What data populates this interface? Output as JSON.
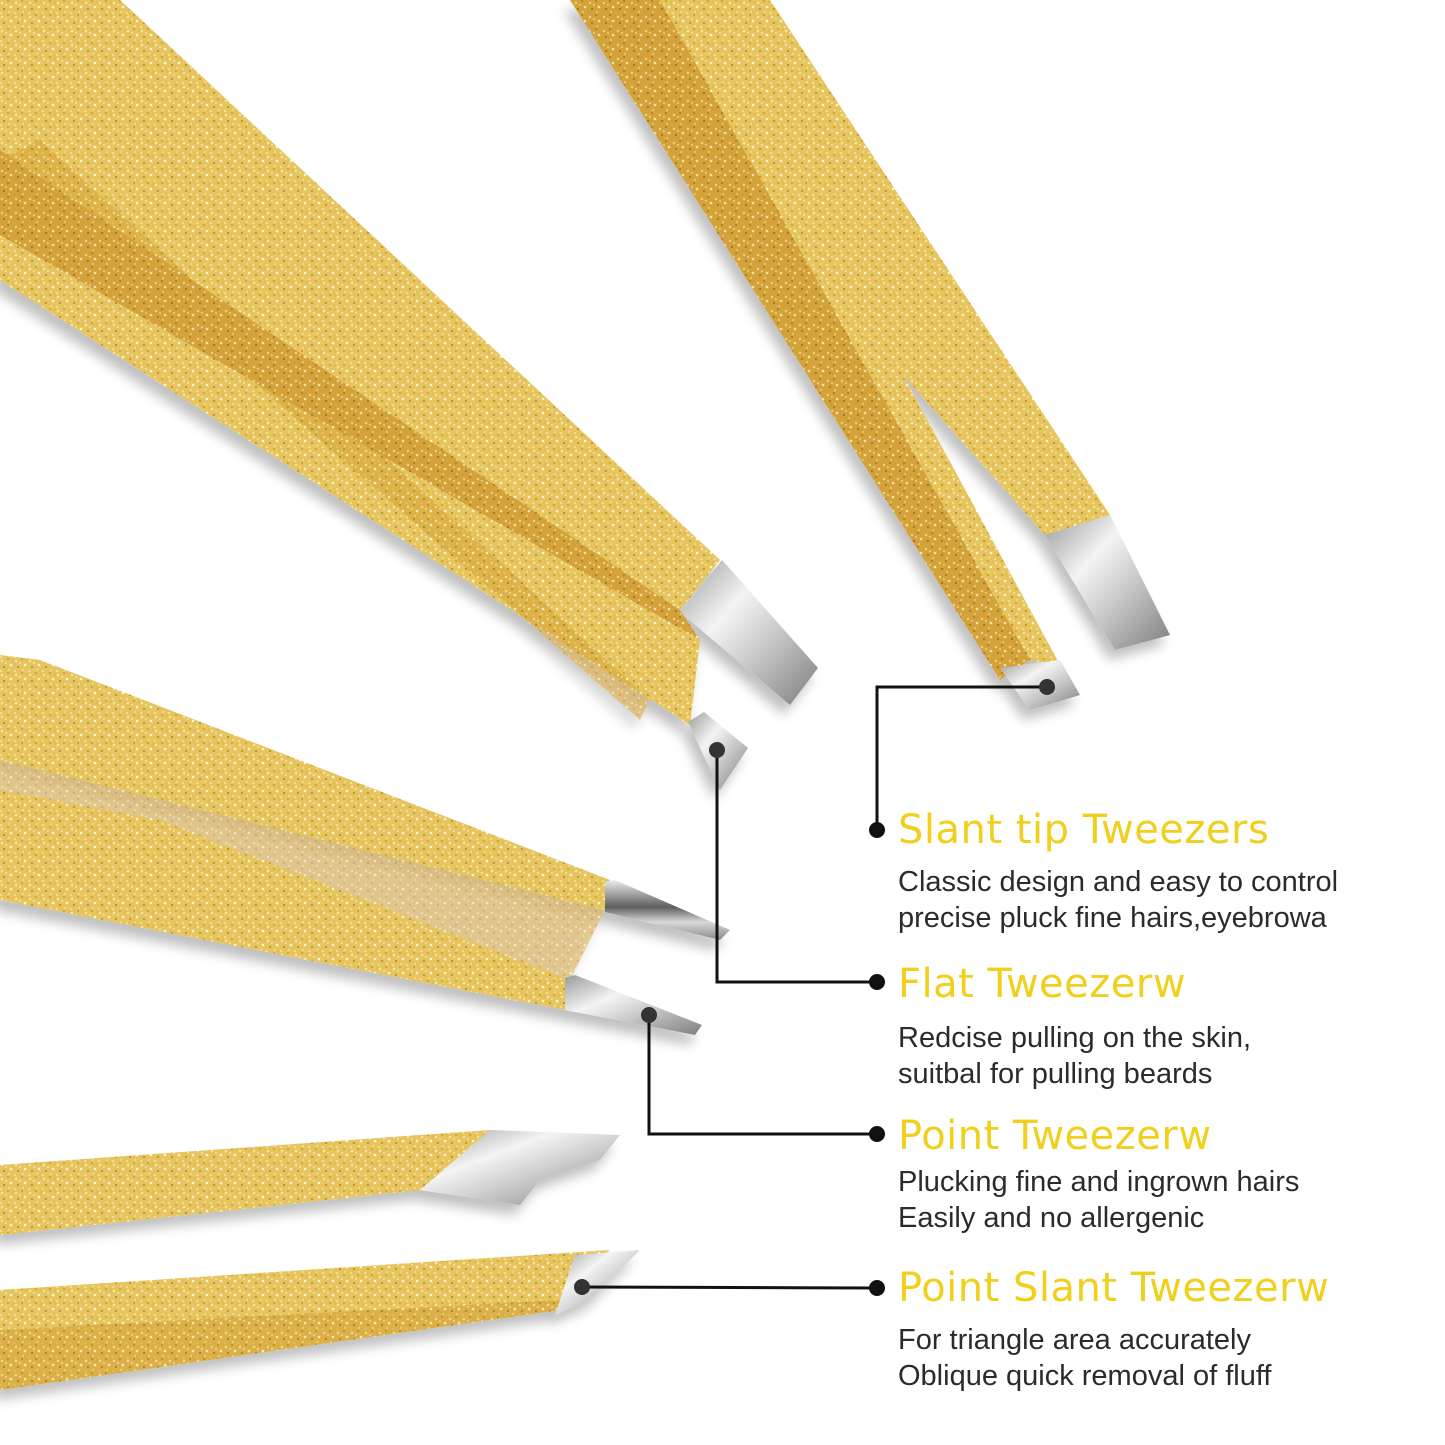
{
  "colors": {
    "background": "#ffffff",
    "heading": "#F0D01C",
    "body_text": "#2b2b2b",
    "connector": "#111111",
    "gold_light": "#F3DD8A",
    "gold_mid": "#E4C25A",
    "gold_dark": "#C8962A",
    "steel_light": "#F2F2F2",
    "steel_mid": "#BDBDBD",
    "steel_dark": "#7A7A7A"
  },
  "product": {
    "finish": "gold glitter",
    "tip_material": "stainless steel"
  },
  "callouts": [
    {
      "title": "Slant tip Tweezers",
      "lines": [
        "Classic design and easy to control",
        "precise pluck fine hairs,eyebrowa"
      ]
    },
    {
      "title": "Flat Tweezerw",
      "lines": [
        "Redcise pulling on the skin,",
        "suitbal for pulling beards"
      ]
    },
    {
      "title": "Point Tweezerw",
      "lines": [
        "Plucking fine and ingrown hairs",
        "Easily and no allergenic"
      ]
    },
    {
      "title": "Point Slant Tweezerw",
      "lines": [
        "For triangle area accurately",
        "Oblique quick removal of fluff"
      ]
    }
  ]
}
